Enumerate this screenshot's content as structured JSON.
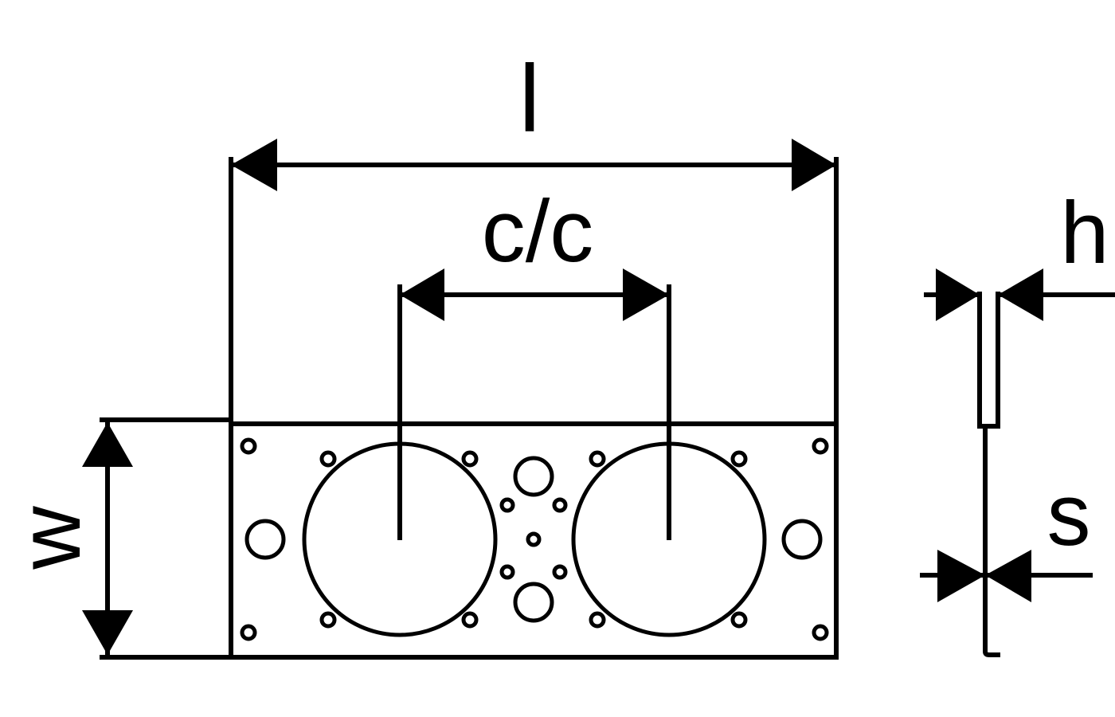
{
  "diagram": {
    "labels": {
      "length": "l",
      "center_to_center": "c/c",
      "width": "w",
      "height": "h",
      "thickness": "s"
    },
    "colors": {
      "stroke": "#000000",
      "background": "#ffffff"
    }
  }
}
